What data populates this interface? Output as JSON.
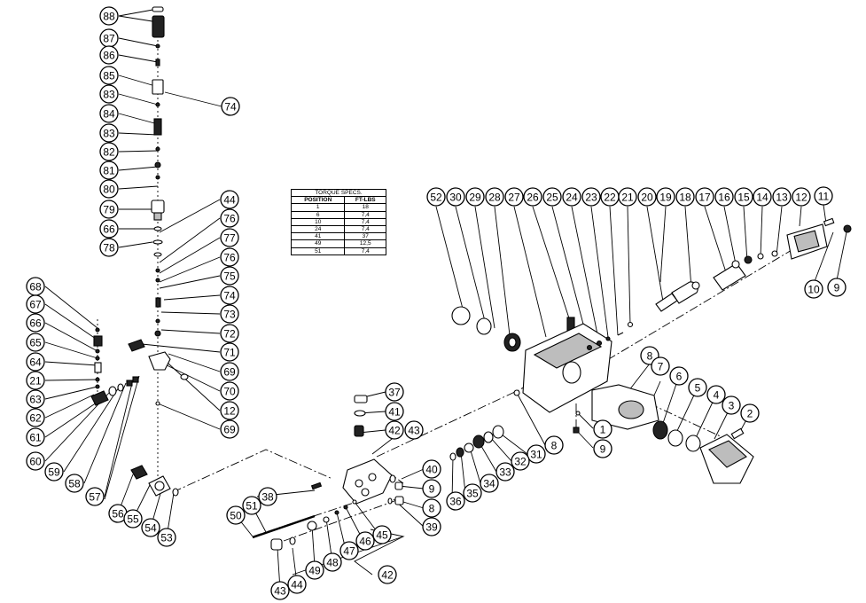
{
  "torque_table": {
    "title": "TORQUE SPECS.",
    "headers": [
      "POSITION",
      "FT-LBS"
    ],
    "rows": [
      [
        "1",
        "18"
      ],
      [
        "6",
        "7,4"
      ],
      [
        "10",
        "7,4"
      ],
      [
        "24",
        "7,4"
      ],
      [
        "41",
        "37"
      ],
      [
        "49",
        "12,5"
      ],
      [
        "51",
        "7,4"
      ]
    ]
  },
  "callouts": [
    "88",
    "87",
    "86",
    "85",
    "83",
    "84",
    "83",
    "82",
    "81",
    "80",
    "79",
    "66",
    "78",
    "74",
    "44",
    "76",
    "77",
    "76",
    "75",
    "74",
    "73",
    "72",
    "71",
    "69",
    "70",
    "12",
    "69",
    "68",
    "67",
    "66",
    "65",
    "64",
    "21",
    "63",
    "62",
    "61",
    "60",
    "59",
    "58",
    "57",
    "56",
    "55",
    "54",
    "53",
    "52",
    "30",
    "29",
    "28",
    "27",
    "26",
    "25",
    "24",
    "23",
    "22",
    "21",
    "20",
    "19",
    "18",
    "17",
    "16",
    "15",
    "14",
    "13",
    "12",
    "11",
    "10",
    "9",
    "8",
    "7",
    "6",
    "5",
    "4",
    "3",
    "2",
    "1",
    "9",
    "8",
    "31",
    "32",
    "33",
    "34",
    "35",
    "36",
    "37",
    "41",
    "42",
    "43",
    "40",
    "9",
    "8",
    "39",
    "38",
    "51",
    "50",
    "49",
    "48",
    "47",
    "46",
    "45",
    "44",
    "43",
    "42",
    "41"
  ]
}
